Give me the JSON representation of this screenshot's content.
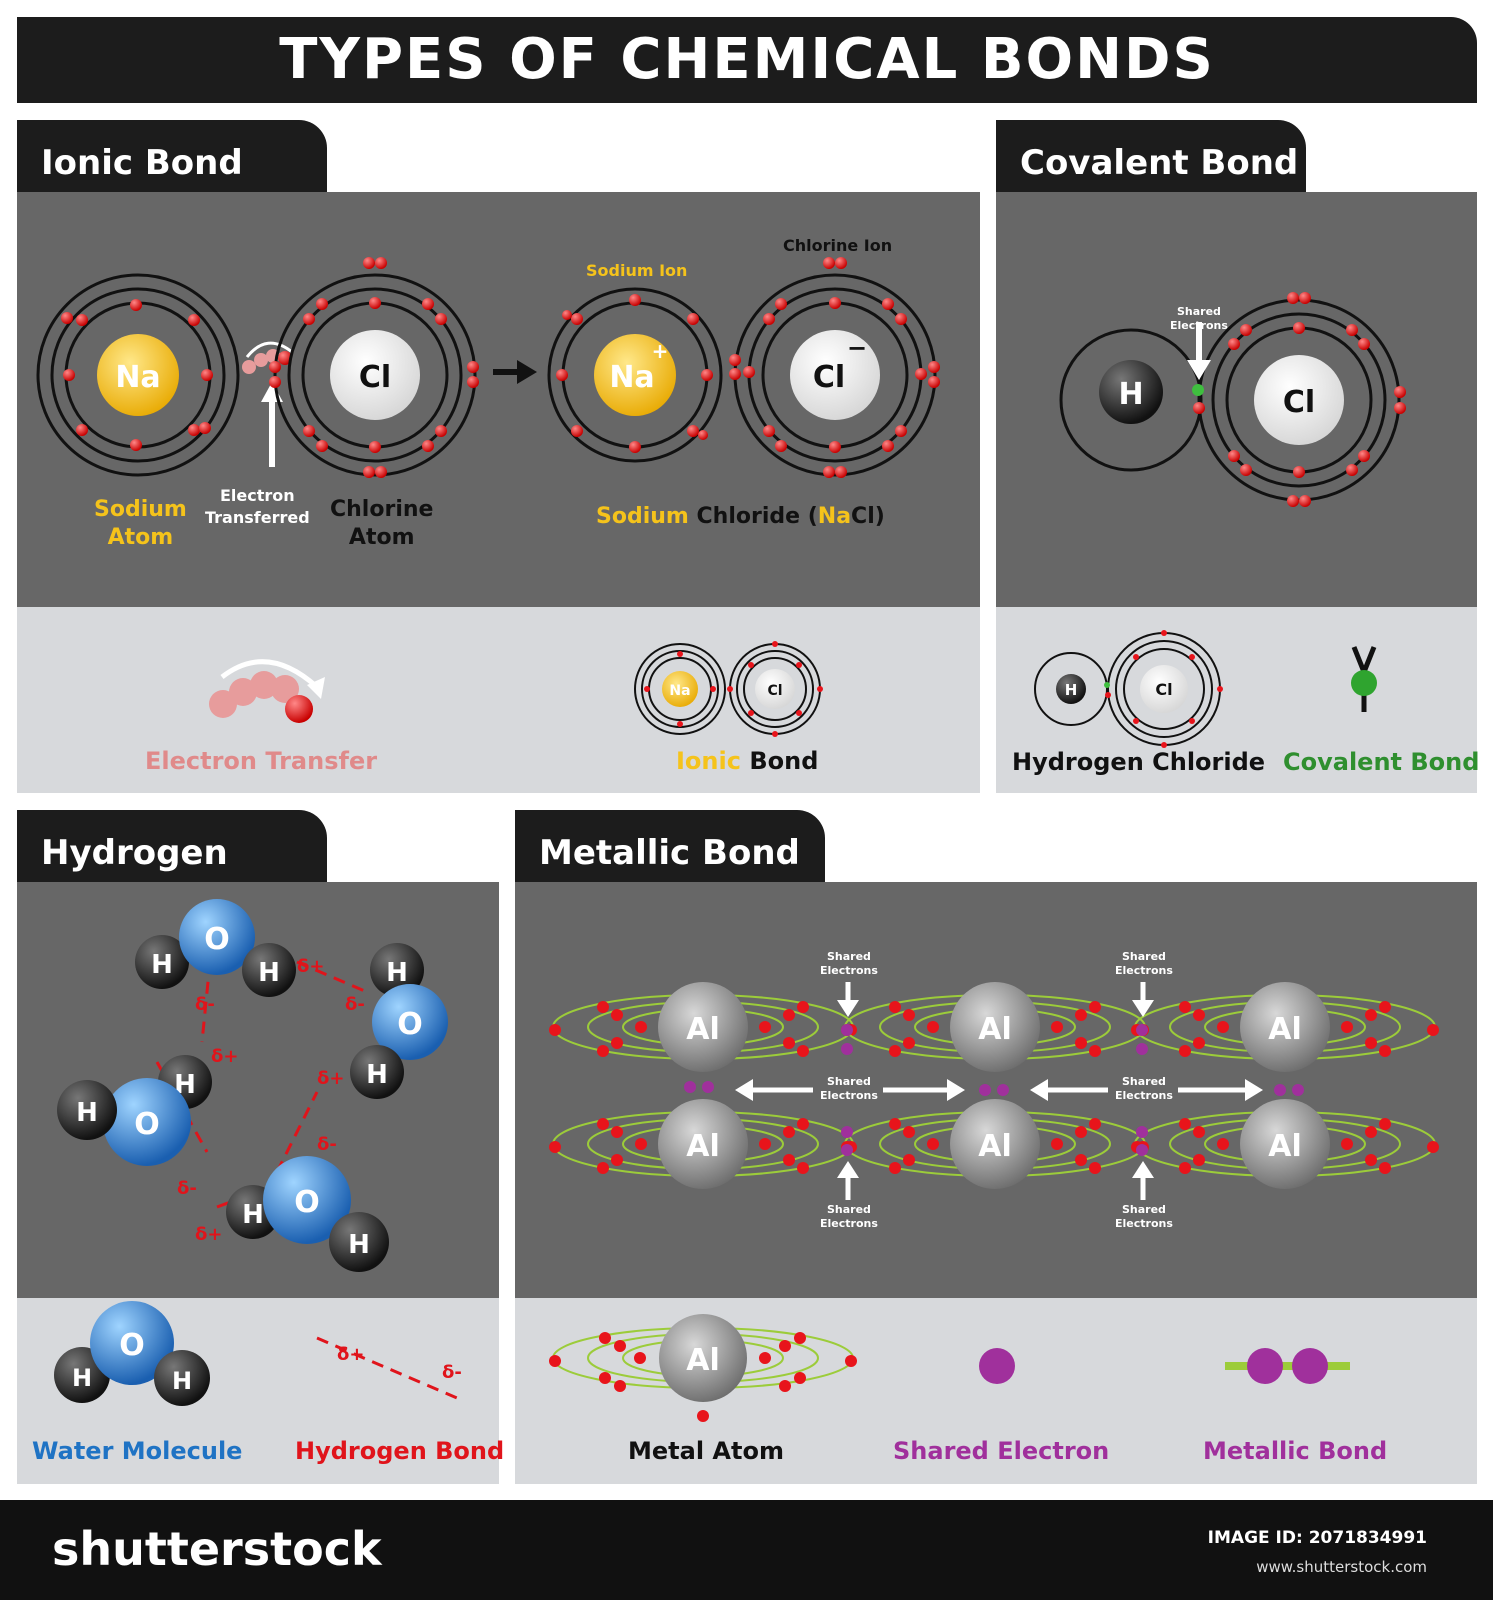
{
  "title": "TYPES OF CHEMICAL BONDS",
  "ionic": {
    "heading": "Ionic Bond",
    "sodium_atom": "Sodium\nAtom",
    "electron_transferred": "Electron\nTransferred",
    "chlorine_atom": "Chlorine\nAtom",
    "sodium_ion": "Sodium Ion",
    "chlorine_ion": "Chlorine Ion",
    "na": "Na",
    "na_plus": "Na",
    "cl": "Cl",
    "cl_minus": "Cl",
    "nacl_sodium": "Sodium",
    "nacl_chloride": "Chloride",
    "nacl_open": "(",
    "nacl_na": "Na",
    "nacl_cl": "Cl",
    "nacl_close": ")",
    "legend_transfer": "Electron Transfer",
    "legend_ionic": "Ionic",
    "legend_bond": "Bond"
  },
  "covalent": {
    "heading": "Covalent Bond",
    "shared_electrons": "Shared\nElectrons",
    "h": "H",
    "cl": "Cl",
    "legend_hcl": "Hydrogen Chloride",
    "legend_covalent": "Covalent Bond"
  },
  "hydrogen": {
    "heading": "Hydrogen Bond",
    "h": "H",
    "o": "O",
    "delta_plus": "δ+",
    "delta_minus": "δ-",
    "legend_water": "Water Molecule",
    "legend_hbond": "Hydrogen Bond"
  },
  "metallic": {
    "heading": "Metallic Bond",
    "al": "Al",
    "shared_electrons": "Shared\nElectrons",
    "legend_atom": "Metal Atom",
    "legend_shared": "Shared Electron",
    "legend_bond": "Metallic Bond"
  },
  "footer": {
    "brand": "shutterstock",
    "image_id": "IMAGE ID: 2071834991",
    "site": "www.shutterstock.com"
  },
  "colors": {
    "panel": "#676767",
    "legend": "#d7d9dc",
    "electron": "#e8141b",
    "sodium": "#f5c31b",
    "covalent_green": "#2f8f2f",
    "water_blue": "#1f73c4",
    "hbond_red": "#e0141b",
    "shared_purple": "#a0309c",
    "orbit_green": "#9ccc3a"
  }
}
